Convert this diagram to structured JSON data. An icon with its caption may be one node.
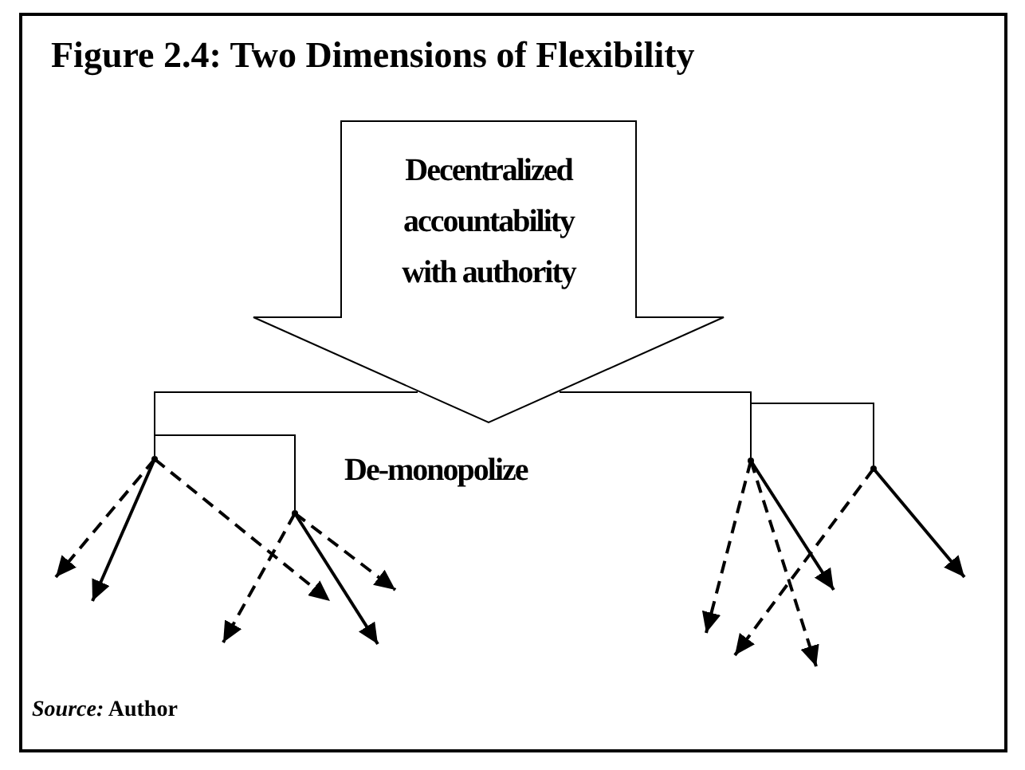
{
  "diagram": {
    "title": "Figure 2.4: Two Dimensions of Flexibility",
    "caption": "*Source:* Author",
    "nodes": [
      {
        "text": [
          "Decentralized accountability with authority"
        ]
      },
      {
        "text": [],
        "shape": "point"
      },
      {
        "text": [],
        "shape": "point"
      },
      {
        "text": [],
        "shape": "point"
      },
      {
        "text": [],
        "shape": "point"
      }
    ],
    "edges": [
      {
        "from": 0,
        "to": 1,
        "arrow": "none"
      },
      {
        "from": 0,
        "to": 3,
        "arrow": "none"
      },
      {
        "from": 1,
        "to": 2,
        "arrow": "none"
      },
      {
        "from": 3,
        "to": 4,
        "arrow": "none"
      },
      {
        "from": 1,
        "to": null,
        "arrow": "to",
        "style": "dashed"
      },
      {
        "from": 1,
        "to": null,
        "arrow": "to"
      },
      {
        "from": 1,
        "to": null,
        "arrow": "to",
        "style": "dashed"
      },
      {
        "from": 2,
        "to": null,
        "arrow": "to",
        "style": "dashed"
      },
      {
        "from": 2,
        "to": null,
        "arrow": "to"
      },
      {
        "from": 2,
        "to": null,
        "arrow": "to",
        "style": "dashed"
      },
      {
        "from": 3,
        "to": null,
        "arrow": "to",
        "style": "dashed"
      },
      {
        "from": 3,
        "to": null,
        "arrow": "to",
        "style": "dashed"
      },
      {
        "from": 3,
        "to": null,
        "arrow": "to"
      },
      {
        "from": 4,
        "to": null,
        "arrow": "to",
        "style": "dashed"
      },
      {
        "from": 4,
        "to": null,
        "arrow": "to"
      }
    ],
    "labels": [
      "De-monopolize"
    ]
  }
}
